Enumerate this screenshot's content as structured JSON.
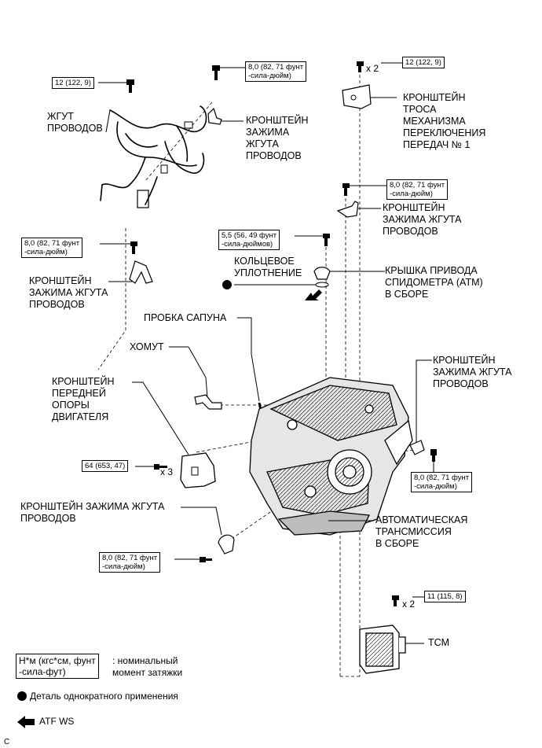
{
  "labels": {
    "harness": "ЖГУТ\nПРОВОДОВ",
    "bracket_top": "КРОНШТЕЙН\nЗАЖИМА\nЖГУТА\nПРОВОДОВ",
    "shift_cable_bracket": "КРОНШТЕЙН\nТРОСА\nМЕХАНИЗМА\nПЕРЕКЛЮЧЕНИЯ\nПЕРЕДАЧ № 1",
    "bracket_right_mid": "КРОНШТЕЙН\nЗАЖИМА ЖГУТА\nПРОВОДОВ",
    "bracket_left_mid": "КРОНШТЕЙН\nЗАЖИМА ЖГУТА\nПРОВОДОВ",
    "o_ring": "КОЛЬЦЕВОЕ\nУПЛОТНЕНИЕ",
    "speedometer_cover": "КРЫШКА ПРИВОДА\nСПИДОМЕТРА (ATM)\nВ СБОРЕ",
    "breather_plug": "ПРОБКА САПУНА",
    "clamp": "ХОМУТ",
    "front_mount_bracket": "КРОНШТЕЙН\nПЕРЕДНЕЙ\nОПОРЫ\nДВИГАТЕЛЯ",
    "bracket_right_lower": "КРОНШТЕЙН\nЗАЖИМА ЖГУТА\nПРОВОДОВ",
    "bracket_left_lower": "КРОНШТЕЙН ЗАЖИМА ЖГУТА\nПРОВОДОВ",
    "auto_transmission": "АВТОМАТИЧЕСКАЯ\nТРАНСМИССИЯ\nВ СБОРЕ",
    "tcm": "TCM"
  },
  "torques": {
    "t_harness": "12 (122, 9)",
    "t_bracket_top": "8,0 (82, 71 фунт\n-сила-дюйм)",
    "t_shift": "12 (122, 9)",
    "t_bracket_right_mid": "8,0 (82, 71 фунт\n-сила-дюйм)",
    "t_speedo": "5,5 (56, 49 фунт\n-сила-дюймов)",
    "t_bracket_left_mid": "8,0 (82, 71 фунт\n-сила-дюйм)",
    "t_mount": "64 (653, 47)",
    "t_bracket_right_lower": "8,0 (82, 71 фунт\n-сила-дюйм)",
    "t_bracket_left_lower": "8,0 (82, 71 фунт\n-сила-дюйм)",
    "t_tcm": "11 (115, 8)"
  },
  "multipliers": {
    "shift": "x 2",
    "mount": "x 3",
    "tcm": "x 2"
  },
  "legend": {
    "torque_box": "Н*м (кгс*см, фунт\n-сила-фут)",
    "torque_desc": ": номинальный\nмомент затяжки",
    "single_use": "Деталь однократного применения",
    "atf": "ATF WS",
    "corner": "C"
  }
}
